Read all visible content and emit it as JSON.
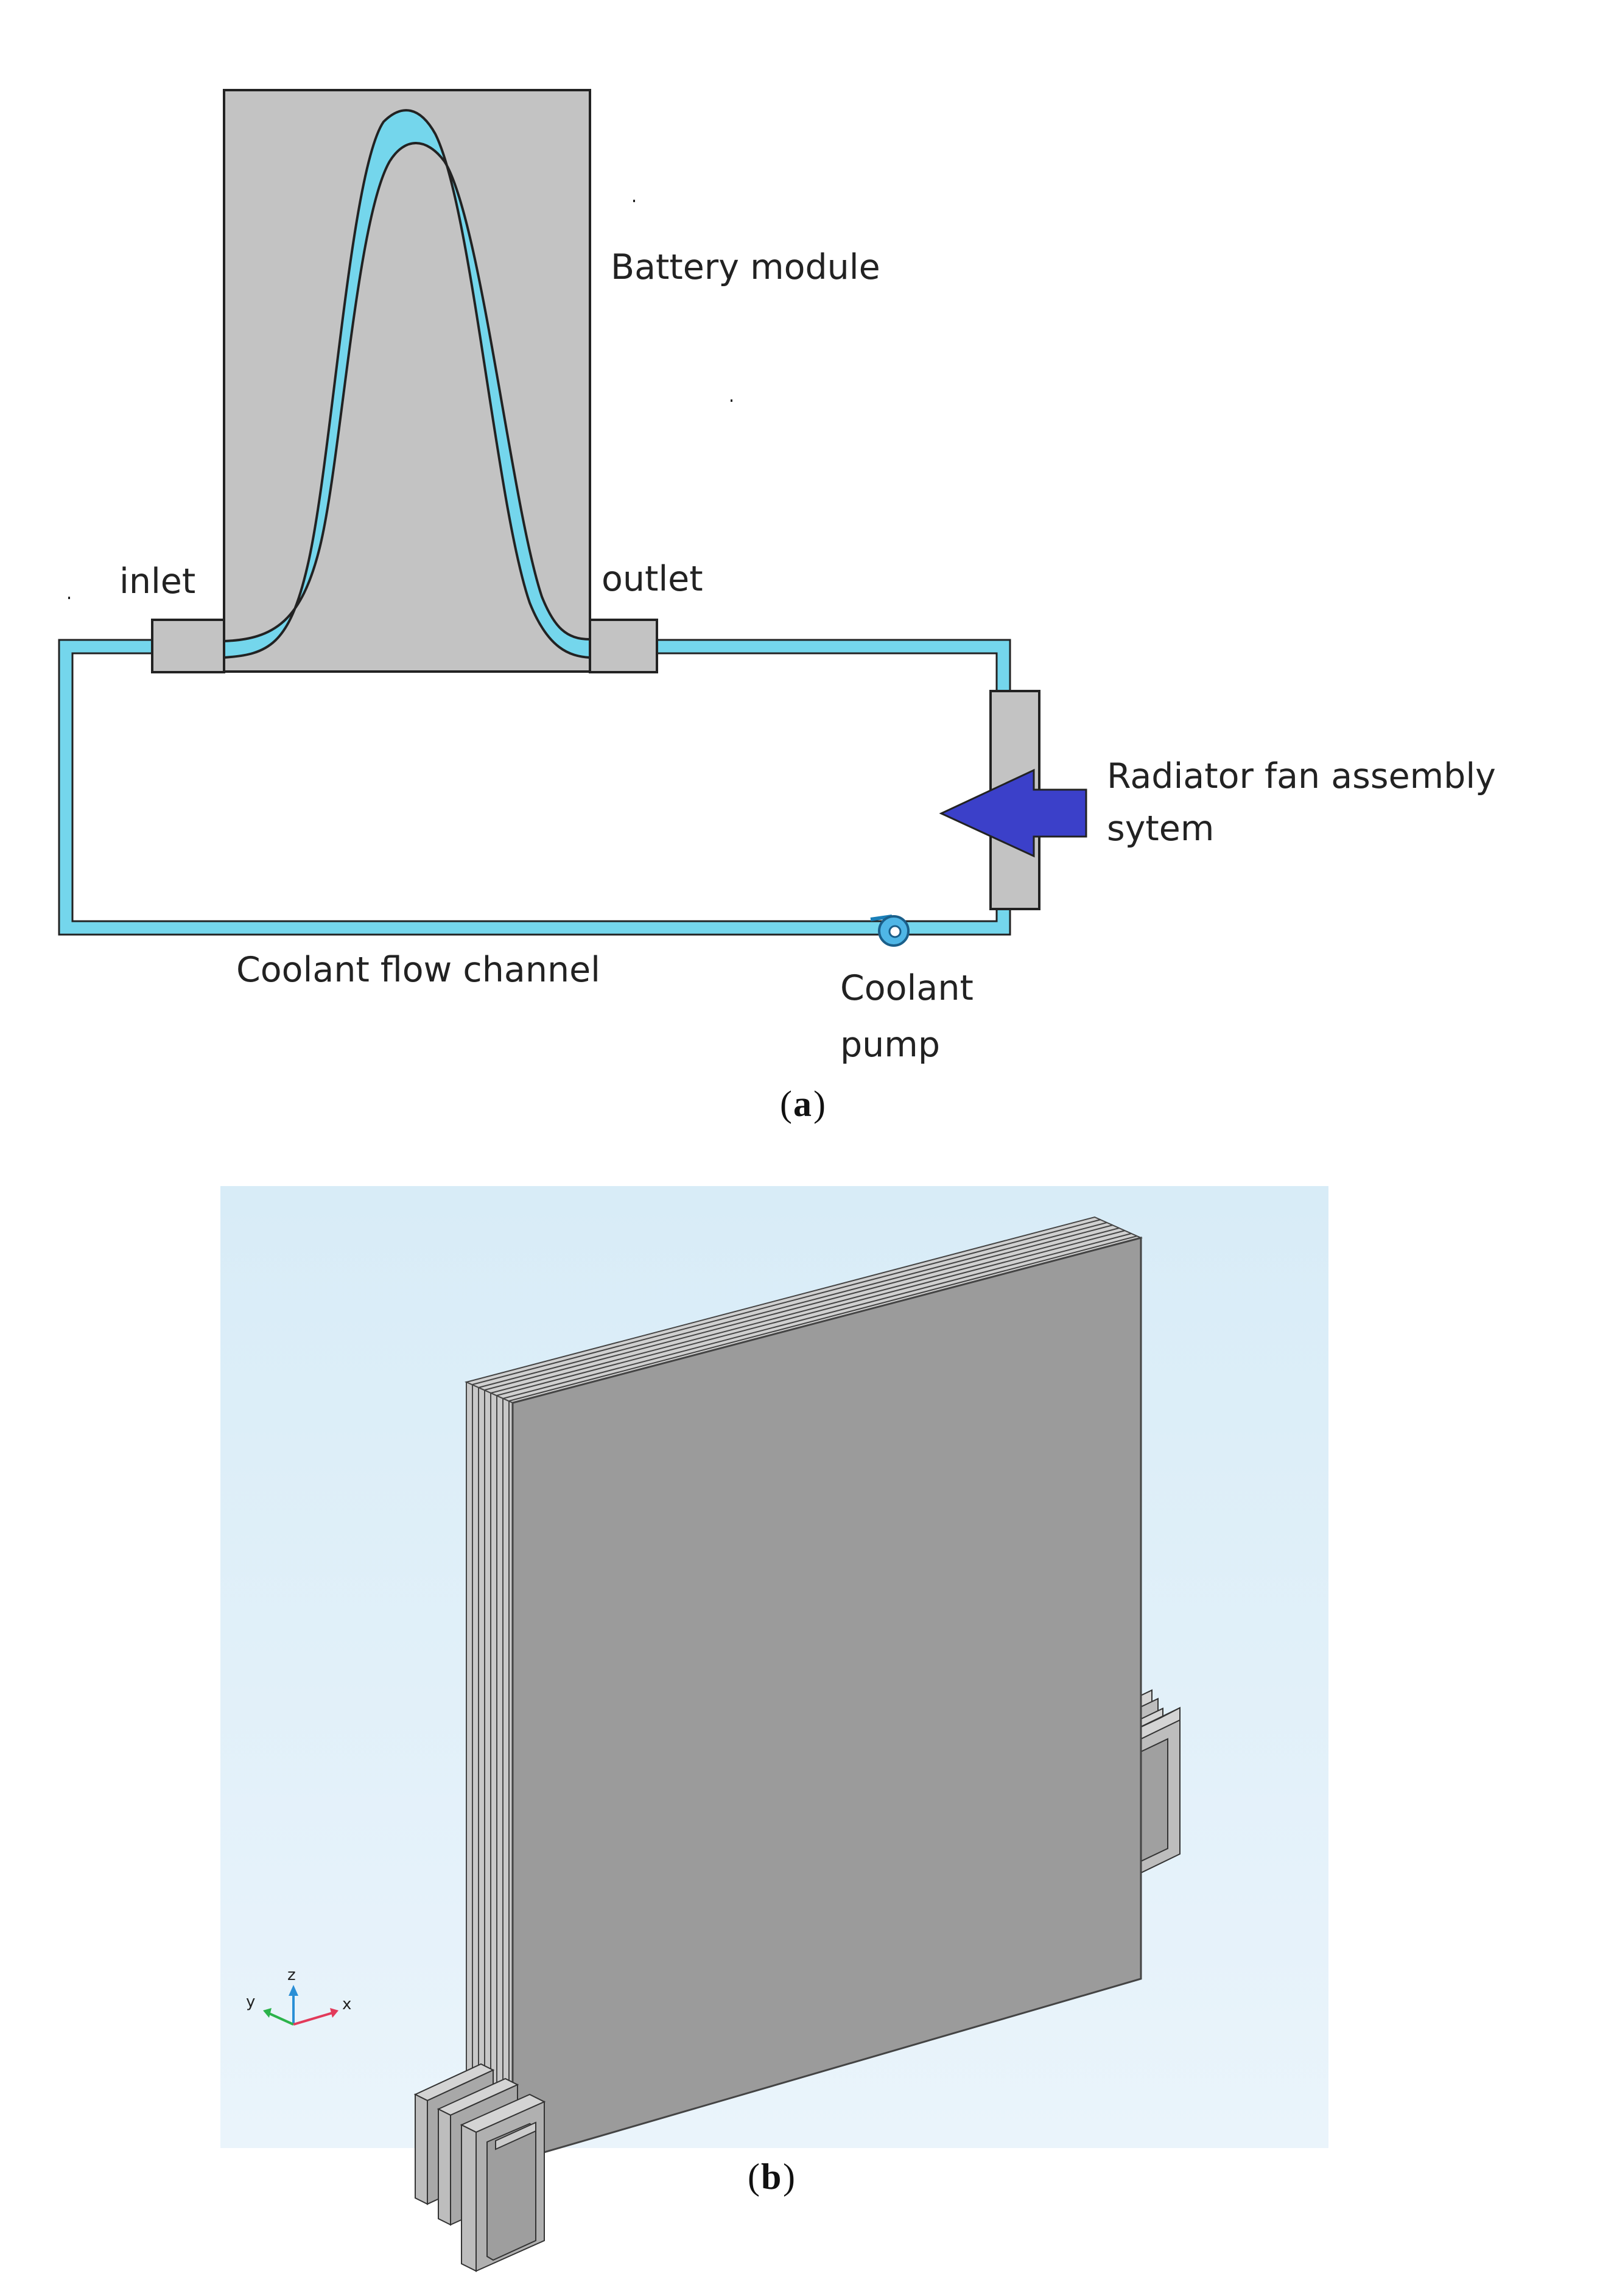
{
  "panel_a": {
    "labels": {
      "battery_module": "Battery module",
      "inlet": "inlet",
      "outlet": "outlet",
      "radiator_line1": "Radiator fan assembly",
      "radiator_line2": "sytem",
      "coolant_channel": "Coolant flow channel",
      "pump_line1": "Coolant",
      "pump_line2": "pump"
    },
    "caption_letter": "a",
    "colors": {
      "module_fill": "#c3c3c3",
      "coolant": "#74d6ec",
      "arrow": "#3b40c9"
    }
  },
  "panel_b": {
    "caption_letter": "b",
    "axes": {
      "z": "z",
      "y": "y",
      "x": "x"
    },
    "colors": {
      "background_top": "#d8ecf7",
      "background_bottom": "#eaf4fb",
      "plate_front": "#9b9b9b",
      "plate_edge": "#d0d0d0",
      "axis_z": "#2a8fd6",
      "axis_y": "#2bb34a",
      "axis_x": "#e23a5a"
    }
  }
}
